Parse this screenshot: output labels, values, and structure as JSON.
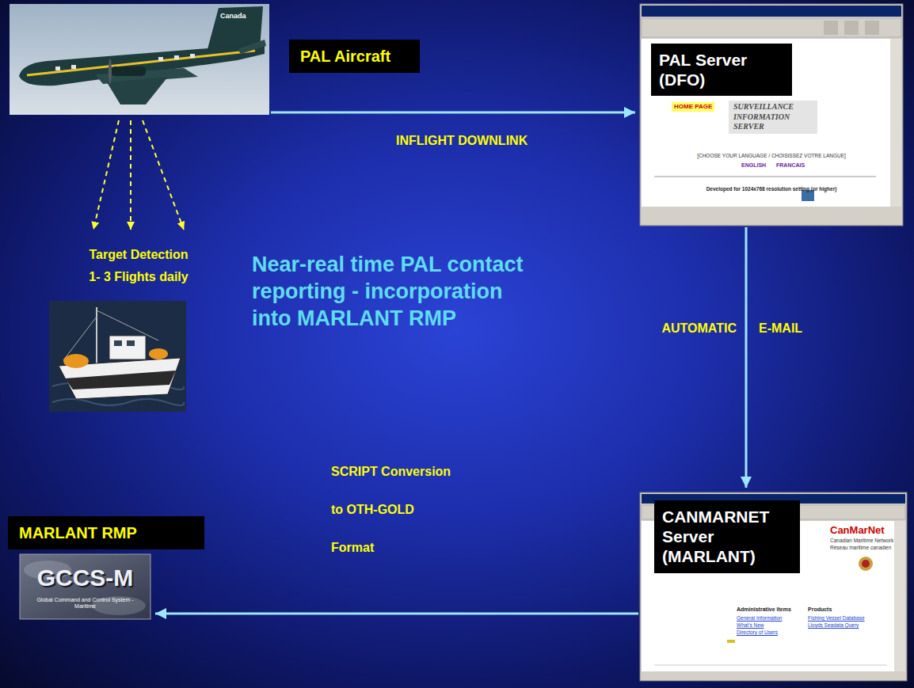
{
  "diagram": {
    "title": "Near-real time PAL contact reporting - incorporation into MARLANT RMP",
    "nodes": [
      {
        "text": [
          "Canada"
        ]
      },
      {
        "text": [
          "PAL Aircraft"
        ]
      },
      {
        "text": [
          "HOME PAGE",
          "SURVEILLANCE INFORMATION SERVER",
          "[CHOOSE YOUR LANGUAGE / CHOISISSEZ VOTRE LANGUE]",
          "ENGLISH",
          "FRANCAIS",
          "Developed for 1024x768 resolution setting (or higher)"
        ]
      },
      {
        "text": [
          "PAL Server (DFO)"
        ],
        "in": 2
      },
      {
        "text": [
          "MARLANT RMP"
        ]
      },
      {
        "text": [
          "GCCS-M",
          "Global Command and Control System - Maritime"
        ]
      },
      {
        "text": [
          "CanMarNet",
          "Canadian Maritime Network",
          "Réseau maritime canadien",
          "Administrative Items",
          "Products",
          "General Information",
          "What's New",
          "Directory of Users",
          "Fishing Vessel Database",
          "Lloyds Seadata Query"
        ]
      },
      {
        "text": [
          "CANMARNET Server (MARLANT)"
        ],
        "in": 6
      }
    ],
    "edges": [
      {
        "from": 0,
        "to": 2,
        "arrow": "to",
        "label": "INFLIGHT DOWNLINK"
      },
      {
        "from": 2,
        "to": 6,
        "arrow": "to",
        "label": "AUTOMATIC"
      },
      {
        "from": 6,
        "to": 5,
        "arrow": "to",
        "label": "SCRIPT Conversion to OTH-GOLD Format"
      }
    ],
    "labels": [
      "Target Detection",
      "1- 3 Flights daily",
      "E-MAIL"
    ]
  }
}
